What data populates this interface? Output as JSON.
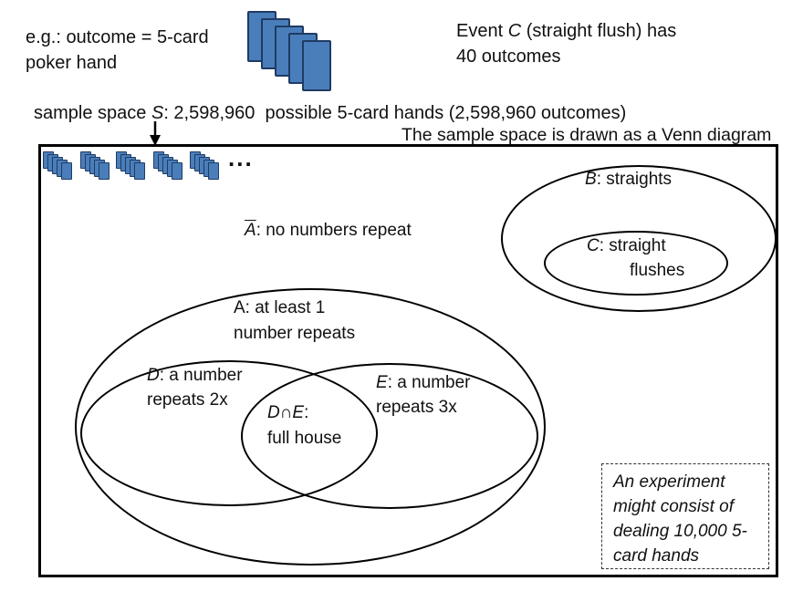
{
  "colors": {
    "card_fill": "#4a7ebb",
    "card_border": "#1f3b63",
    "ink": "#111111"
  },
  "icons": {
    "card_stack": "card-stack-icon",
    "mini_card_stack": "mini-card-stack-icon",
    "down_arrow": "down-arrow-icon"
  },
  "top": {
    "example_lines": [
      "e.g.: outcome = 5-card",
      "poker hand"
    ],
    "event_note": {
      "pre": "Event ",
      "italic": "C",
      "post": " (straight flush) has",
      "line2": "40 outcomes"
    },
    "sample_space": {
      "pre": "sample space ",
      "italic": "S",
      "post": ": 2,598,960  possible 5-card hands (2,598,960 outcomes)"
    },
    "venn_caption": "The sample space is drawn as a Venn diagram"
  },
  "diagram": {
    "ellipsis": "...",
    "abar": {
      "letter": "A",
      "rest": ": no numbers repeat"
    },
    "b": {
      "letter": "B",
      "rest": ": straights"
    },
    "c": {
      "letter": "C",
      "rest": ": straight",
      "line2": "flushes"
    },
    "a": {
      "line1": "A: at least 1",
      "line2": "number repeats"
    },
    "d": {
      "letter": "D",
      "rest": ": a number",
      "line2": "repeats 2x"
    },
    "e": {
      "letter": "E",
      "rest": ": a number",
      "line2": "repeats 3x"
    },
    "de": {
      "d": "D",
      "cap": "∩",
      "e": "E",
      "colon": ":",
      "line2": "full house"
    },
    "experiment_lines": [
      "An experiment",
      "might consist of",
      "dealing 10,000 5-",
      "card hands"
    ]
  }
}
